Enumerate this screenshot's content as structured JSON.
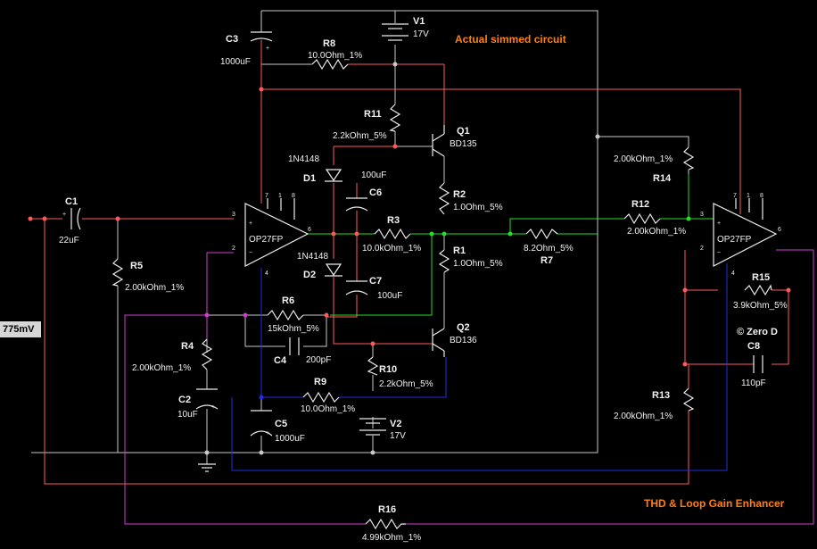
{
  "title": "Actual simmed circuit",
  "subtitle": "THD & Loop Gain Enhancer",
  "copyright": "© Zero D",
  "probe": "775mV",
  "components": {
    "V1": {
      "ref": "V1",
      "value": "17V"
    },
    "V2": {
      "ref": "V2",
      "value": "17V"
    },
    "C1": {
      "ref": "C1",
      "value": "22uF"
    },
    "C2": {
      "ref": "C2",
      "value": "10uF"
    },
    "C3": {
      "ref": "C3",
      "value": "1000uF"
    },
    "C4": {
      "ref": "C4",
      "value": "200pF"
    },
    "C5": {
      "ref": "C5",
      "value": "1000uF"
    },
    "C6": {
      "ref": "C6",
      "value": "100uF"
    },
    "C7": {
      "ref": "C7",
      "value": "100uF"
    },
    "C8": {
      "ref": "C8",
      "value": "110pF"
    },
    "R1": {
      "ref": "R1",
      "value": "1.0Ohm_5%"
    },
    "R2": {
      "ref": "R2",
      "value": "1.0Ohm_5%"
    },
    "R3": {
      "ref": "R3",
      "value": "10.0kOhm_1%"
    },
    "R4": {
      "ref": "R4",
      "value": "2.00kOhm_1%"
    },
    "R5": {
      "ref": "R5",
      "value": "2.00kOhm_1%"
    },
    "R6": {
      "ref": "R6",
      "value": "15kOhm_5%"
    },
    "R7": {
      "ref": "R7",
      "value": "8.2Ohm_5%"
    },
    "R8": {
      "ref": "R8",
      "value": "10.0Ohm_1%"
    },
    "R9": {
      "ref": "R9",
      "value": "10.0Ohm_1%"
    },
    "R10": {
      "ref": "R10",
      "value": "2.2kOhm_5%"
    },
    "R11": {
      "ref": "R11",
      "value": "2.2kOhm_5%"
    },
    "R12": {
      "ref": "R12",
      "value": "2.00kOhm_1%"
    },
    "R13": {
      "ref": "R13",
      "value": "2.00kOhm_1%"
    },
    "R14": {
      "ref": "R14",
      "value": "2.00kOhm_1%"
    },
    "R15": {
      "ref": "R15",
      "value": "3.9kOhm_5%"
    },
    "R16": {
      "ref": "R16",
      "value": "4.99kOhm_1%"
    },
    "D1": {
      "ref": "D1",
      "value": "1N4148"
    },
    "D2": {
      "ref": "D2",
      "value": "1N4148"
    },
    "Q1": {
      "ref": "Q1",
      "value": "BD135"
    },
    "Q2": {
      "ref": "Q2",
      "value": "BD136"
    },
    "U1": {
      "value": "OP27FP",
      "pins": [
        "7",
        "1",
        "8",
        "3",
        "2",
        "6",
        "4"
      ]
    },
    "U2": {
      "value": "OP27FP",
      "pins": [
        "7",
        "1",
        "8",
        "3",
        "2",
        "6",
        "4"
      ]
    }
  }
}
